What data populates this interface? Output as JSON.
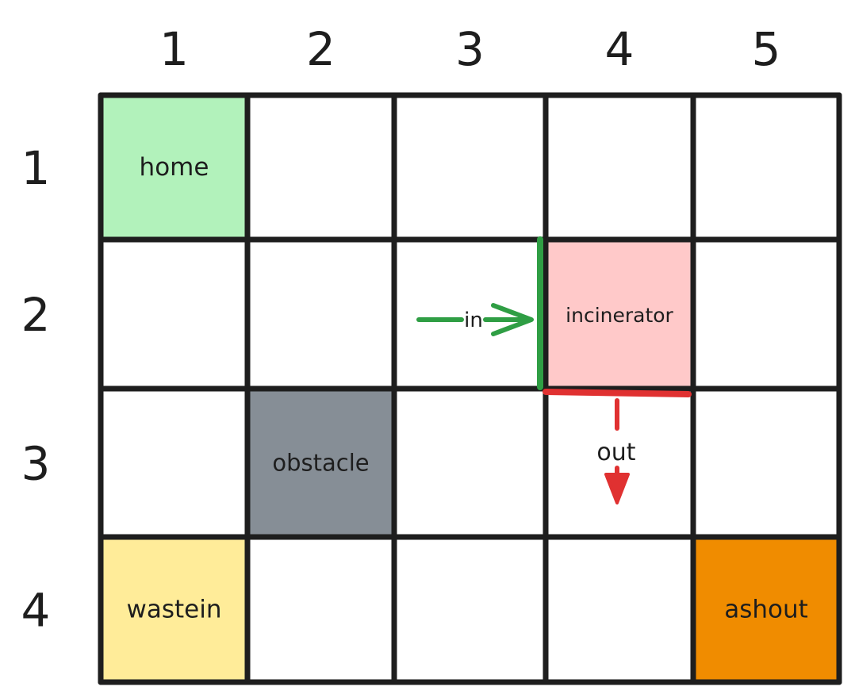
{
  "columns": [
    "1",
    "2",
    "3",
    "4",
    "5"
  ],
  "rows": [
    "1",
    "2",
    "3",
    "4"
  ],
  "cells": [
    {
      "row": 1,
      "col": 1,
      "label": "home",
      "color": "#b2f2bb",
      "name": "cell-home"
    },
    {
      "row": 2,
      "col": 4,
      "label": "incinerator",
      "color": "#ffc9c9",
      "name": "cell-incinerator"
    },
    {
      "row": 3,
      "col": 2,
      "label": "obstacle",
      "color": "#868e96",
      "name": "cell-obstacle"
    },
    {
      "row": 4,
      "col": 1,
      "label": "wastein",
      "color": "#ffec99",
      "name": "cell-wastein"
    },
    {
      "row": 4,
      "col": 5,
      "label": "ashout",
      "color": "#f08c00",
      "name": "cell-ashout"
    }
  ],
  "arrows": {
    "in": {
      "label": "in",
      "color": "#2f9e44"
    },
    "out": {
      "label": "out",
      "color": "#e03131"
    }
  },
  "colors": {
    "grid": "#1e1e1e",
    "text": "#1e1e1e"
  }
}
